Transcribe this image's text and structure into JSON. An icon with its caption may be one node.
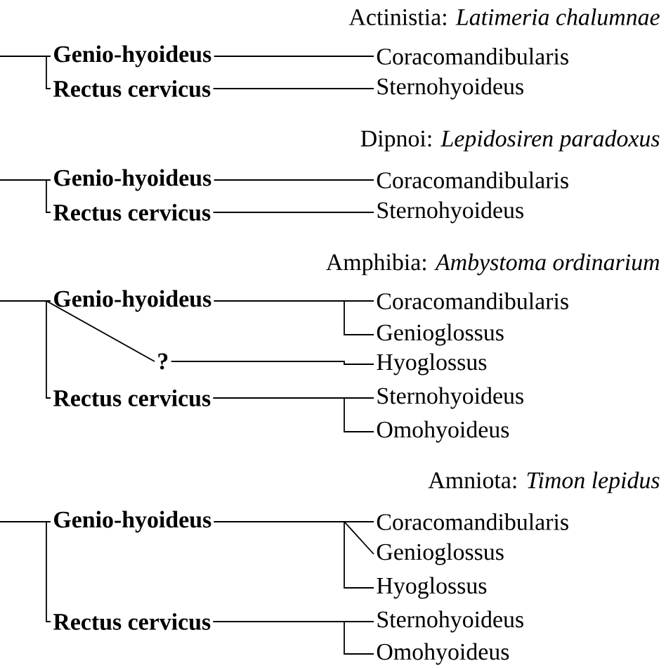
{
  "diagram": {
    "nodes": [
      {
        "text": [
          "Genio-hyoideus"
        ]
      },
      {
        "text": [
          "Rectus cervicus"
        ]
      },
      {
        "text": [
          "Coracomandibularis"
        ]
      },
      {
        "text": [
          "Sternohyoideus"
        ]
      },
      {
        "text": [
          "Genio-hyoideus"
        ]
      },
      {
        "text": [
          "Rectus cervicus"
        ]
      },
      {
        "text": [
          "Coracomandibularis"
        ]
      },
      {
        "text": [
          "Sternohyoideus"
        ]
      },
      {
        "text": [
          "Genio-hyoideus"
        ]
      },
      {
        "text": [
          "?"
        ]
      },
      {
        "text": [
          "Rectus cervicus"
        ]
      },
      {
        "text": [
          "Coracomandibularis"
        ]
      },
      {
        "text": [
          "Genioglossus"
        ]
      },
      {
        "text": [
          "Hyoglossus"
        ]
      },
      {
        "text": [
          "Sternohyoideus"
        ]
      },
      {
        "text": [
          "Omohyoideus"
        ]
      },
      {
        "text": [
          "Genio-hyoideus"
        ]
      },
      {
        "text": [
          "Rectus cervicus"
        ]
      },
      {
        "text": [
          "Coracomandibularis"
        ]
      },
      {
        "text": [
          "Genioglossus"
        ]
      },
      {
        "text": [
          "Hyoglossus"
        ]
      },
      {
        "text": [
          "Sternohyoideus"
        ]
      },
      {
        "text": [
          "Omohyoideus"
        ]
      }
    ],
    "edges": [
      {
        "from": null,
        "to": 0,
        "arrow": "none"
      },
      {
        "from": null,
        "to": 1,
        "arrow": "none"
      },
      {
        "from": 0,
        "to": 2,
        "arrow": "none"
      },
      {
        "from": 1,
        "to": 3,
        "arrow": "none"
      },
      {
        "from": null,
        "to": 4,
        "arrow": "none"
      },
      {
        "from": null,
        "to": 5,
        "arrow": "none"
      },
      {
        "from": 4,
        "to": 6,
        "arrow": "none"
      },
      {
        "from": 5,
        "to": 7,
        "arrow": "none"
      },
      {
        "from": null,
        "to": 8,
        "arrow": "none"
      },
      {
        "from": null,
        "to": 9,
        "arrow": "none"
      },
      {
        "from": null,
        "to": 10,
        "arrow": "none"
      },
      {
        "from": 8,
        "to": 11,
        "arrow": "none"
      },
      {
        "from": 8,
        "to": 12,
        "arrow": "none"
      },
      {
        "from": 9,
        "to": 13,
        "arrow": "none"
      },
      {
        "from": 10,
        "to": 14,
        "arrow": "none"
      },
      {
        "from": 10,
        "to": 15,
        "arrow": "none"
      },
      {
        "from": null,
        "to": 16,
        "arrow": "none"
      },
      {
        "from": null,
        "to": 17,
        "arrow": "none"
      },
      {
        "from": 16,
        "to": 18,
        "arrow": "none"
      },
      {
        "from": 16,
        "to": 19,
        "arrow": "none"
      },
      {
        "from": 16,
        "to": 20,
        "arrow": "none"
      },
      {
        "from": 17,
        "to": 21,
        "arrow": "none"
      },
      {
        "from": 17,
        "to": 22,
        "arrow": "none"
      }
    ],
    "labels": [
      "Actinistia: *Latimeria chalumnae*",
      "Dipnoi: *Lepidosiren paradoxus*",
      "Amphibia: *Ambystoma ordinarium*",
      "Amniota: *Timon lepidus*"
    ]
  }
}
